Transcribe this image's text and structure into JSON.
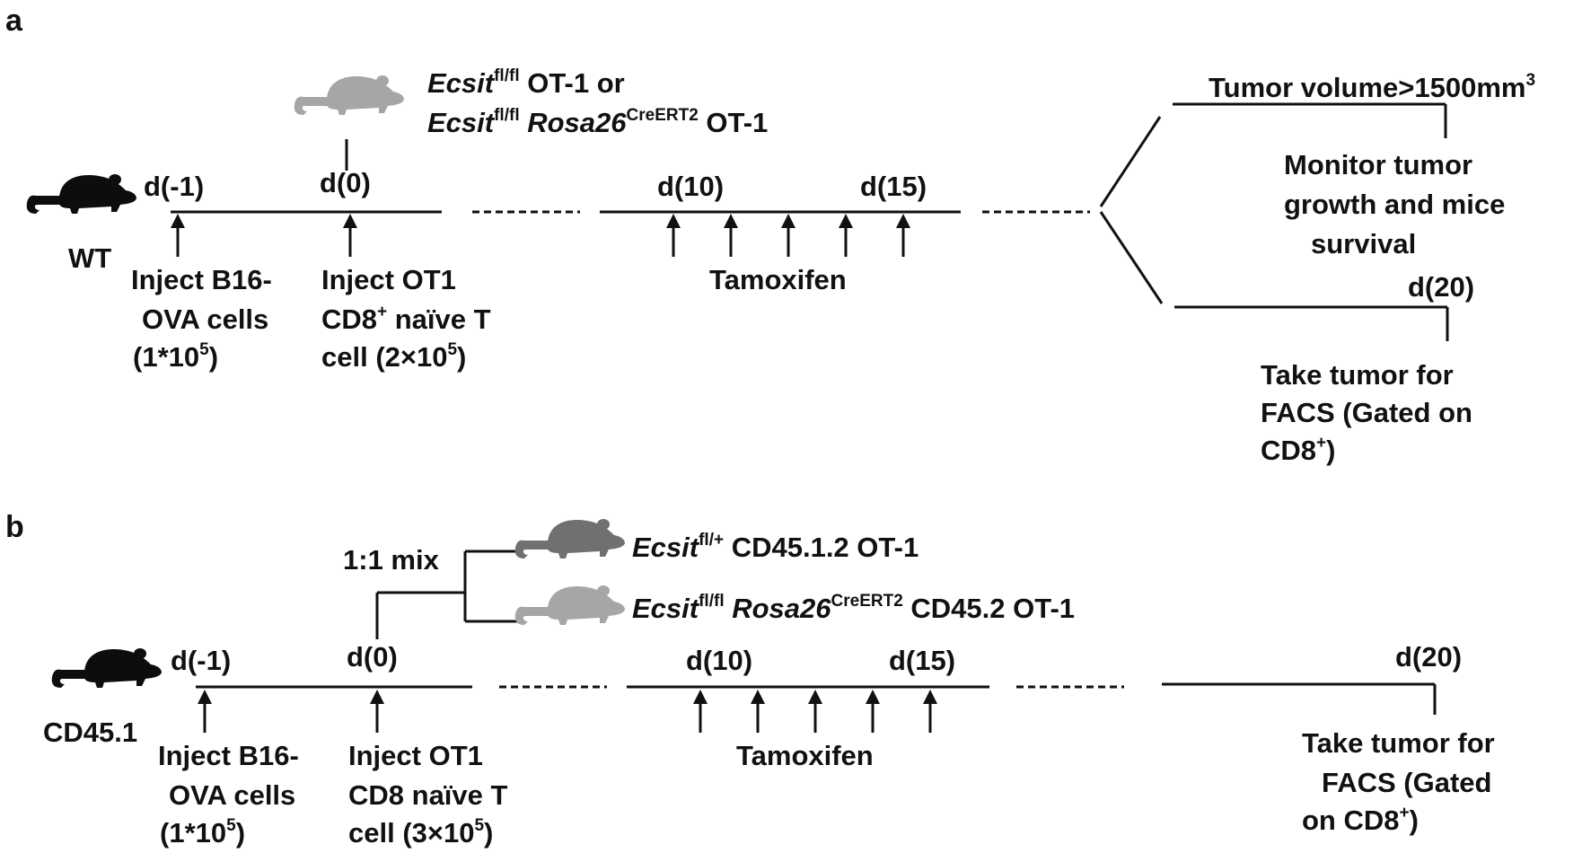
{
  "panel_a": {
    "label": "a",
    "host": "WT",
    "donor_line1": {
      "gene": "Ecsit",
      "sup": "fl/fl",
      "rest": " OT-1 or"
    },
    "donor_line2": {
      "gene": "Ecsit",
      "sup": "fl/fl",
      "cre": "Rosa26",
      "cre_sup": "CreERT2",
      "rest": " OT-1"
    },
    "day_minus1": "d(-1)",
    "day0": "d(0)",
    "day10": "d(10)",
    "day15": "d(15)",
    "day20": "d(20)",
    "inject_b16": [
      "Inject B16-",
      "OVA cells",
      "(1*10",
      "5",
      ")"
    ],
    "inject_ot1": {
      "line1": "Inject OT1",
      "line2_pre": "CD8",
      "line2_sup": "+",
      "line2_post": " naïve T",
      "line3_pre": "cell (2×10",
      "line3_sup": "5",
      "line3_post": ")"
    },
    "tamoxifen": "Tamoxifen",
    "tumor_volume": {
      "pre": "Tumor volume>1500mm",
      "sup": "3"
    },
    "monitor": [
      "Monitor tumor",
      "growth and mice",
      "survival"
    ],
    "facs": {
      "line1": "Take tumor for",
      "line2": "FACS (Gated on",
      "line3_pre": "CD8",
      "line3_sup": "+",
      "line3_post": ")"
    }
  },
  "panel_b": {
    "label": "b",
    "host": "CD45.1",
    "mix": "1:1 mix",
    "donor1": {
      "gene": "Ecsit",
      "sup": "fl/+",
      "rest": " CD45.1.2 OT-1"
    },
    "donor2": {
      "gene": "Ecsit",
      "sup": "fl/fl",
      "cre": "Rosa26",
      "cre_sup": "CreERT2",
      "rest": " CD45.2 OT-1"
    },
    "day_minus1": "d(-1)",
    "day0": "d(0)",
    "day10": "d(10)",
    "day15": "d(15)",
    "day20": "d(20)",
    "inject_b16": [
      "Inject B16-",
      "OVA cells",
      "(1*10",
      "5",
      ")"
    ],
    "inject_ot1": {
      "line1": "Inject OT1",
      "line2": "CD8 naïve T",
      "line3_pre": "cell (3×10",
      "line3_sup": "5",
      "line3_post": ")"
    },
    "tamoxifen": "Tamoxifen",
    "facs": {
      "line1": "Take tumor for",
      "line2": "FACS (Gated",
      "line3_pre": "on CD8",
      "line3_sup": "+",
      "line3_post": ")"
    }
  },
  "colors": {
    "ink": "#111111",
    "mouse_host": "#0d0d0d",
    "mouse_donor_light": "#a6a6a6",
    "mouse_donor_dark": "#707070"
  },
  "icons": [
    "mouse-icon",
    "up-arrow-icon"
  ]
}
